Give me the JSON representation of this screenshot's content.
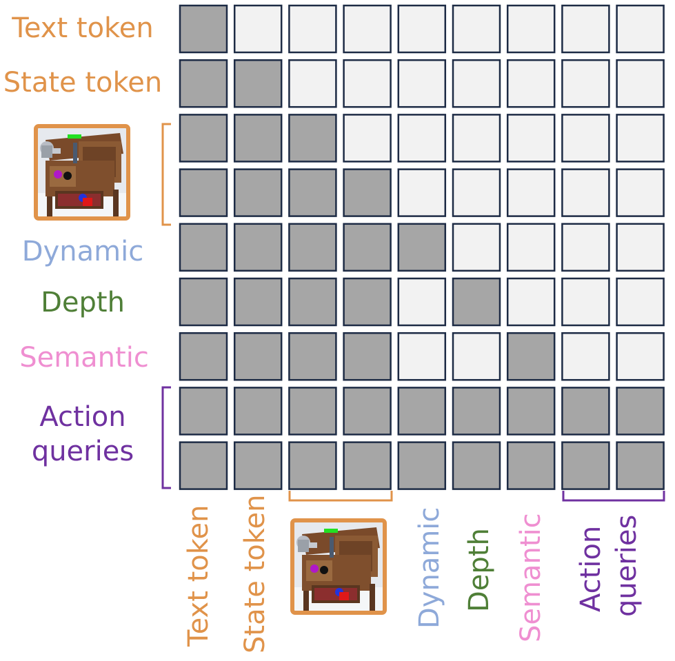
{
  "colors": {
    "attend": "#a6a6a6",
    "masked": "#f2f2f2",
    "cell_border": "#1d2b45",
    "text_token": "#e0934a",
    "state_token": "#e0934a",
    "image_frame": "#e0934a",
    "dynamic": "#8ea9d9",
    "depth": "#4f7f37",
    "semantic": "#ef8fd1",
    "action": "#6f31a0"
  },
  "row_labels": {
    "text_token": "Text token",
    "state_token": "State token",
    "dynamic": "Dynamic",
    "depth": "Depth",
    "semantic": "Semantic",
    "action_line1": "Action",
    "action_line2": "queries"
  },
  "col_labels": {
    "text_token": "Text token",
    "state_token": "State token",
    "dynamic": "Dynamic",
    "depth": "Depth",
    "semantic": "Semantic",
    "action_line1": "Action",
    "action_line2": "queries"
  },
  "row_icon": "robot-workspace-image-icon",
  "col_icon": "robot-workspace-image-icon",
  "mask": [
    [
      1,
      0,
      0,
      0,
      0,
      0,
      0,
      0,
      0
    ],
    [
      1,
      1,
      0,
      0,
      0,
      0,
      0,
      0,
      0
    ],
    [
      1,
      1,
      1,
      0,
      0,
      0,
      0,
      0,
      0
    ],
    [
      1,
      1,
      1,
      1,
      0,
      0,
      0,
      0,
      0
    ],
    [
      1,
      1,
      1,
      1,
      1,
      0,
      0,
      0,
      0
    ],
    [
      1,
      1,
      1,
      1,
      0,
      1,
      0,
      0,
      0
    ],
    [
      1,
      1,
      1,
      1,
      0,
      0,
      1,
      0,
      0
    ],
    [
      1,
      1,
      1,
      1,
      1,
      1,
      1,
      1,
      1
    ],
    [
      1,
      1,
      1,
      1,
      1,
      1,
      1,
      1,
      1
    ]
  ]
}
